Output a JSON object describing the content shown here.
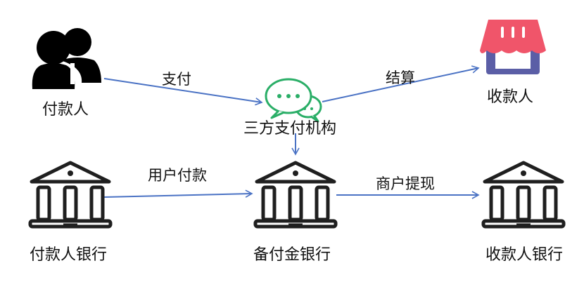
{
  "nodes": {
    "payer": "付款人",
    "payee": "收款人",
    "third_party": "三方支付机构",
    "payer_bank": "付款人银行",
    "reserve_bank": "备付金银行",
    "payee_bank": "收款人银行"
  },
  "edges": {
    "pay": "支付",
    "settle": "结算",
    "user_pay": "用户付款",
    "merchant_withdraw": "商户提现"
  },
  "colors": {
    "arrow": "#4a72c4",
    "chat_icon": "#2aae67",
    "store_awning": "#f0556a",
    "store_body": "#5b5ea6",
    "people_icon": "#000000",
    "bank_icon": "#1f1f1f"
  }
}
